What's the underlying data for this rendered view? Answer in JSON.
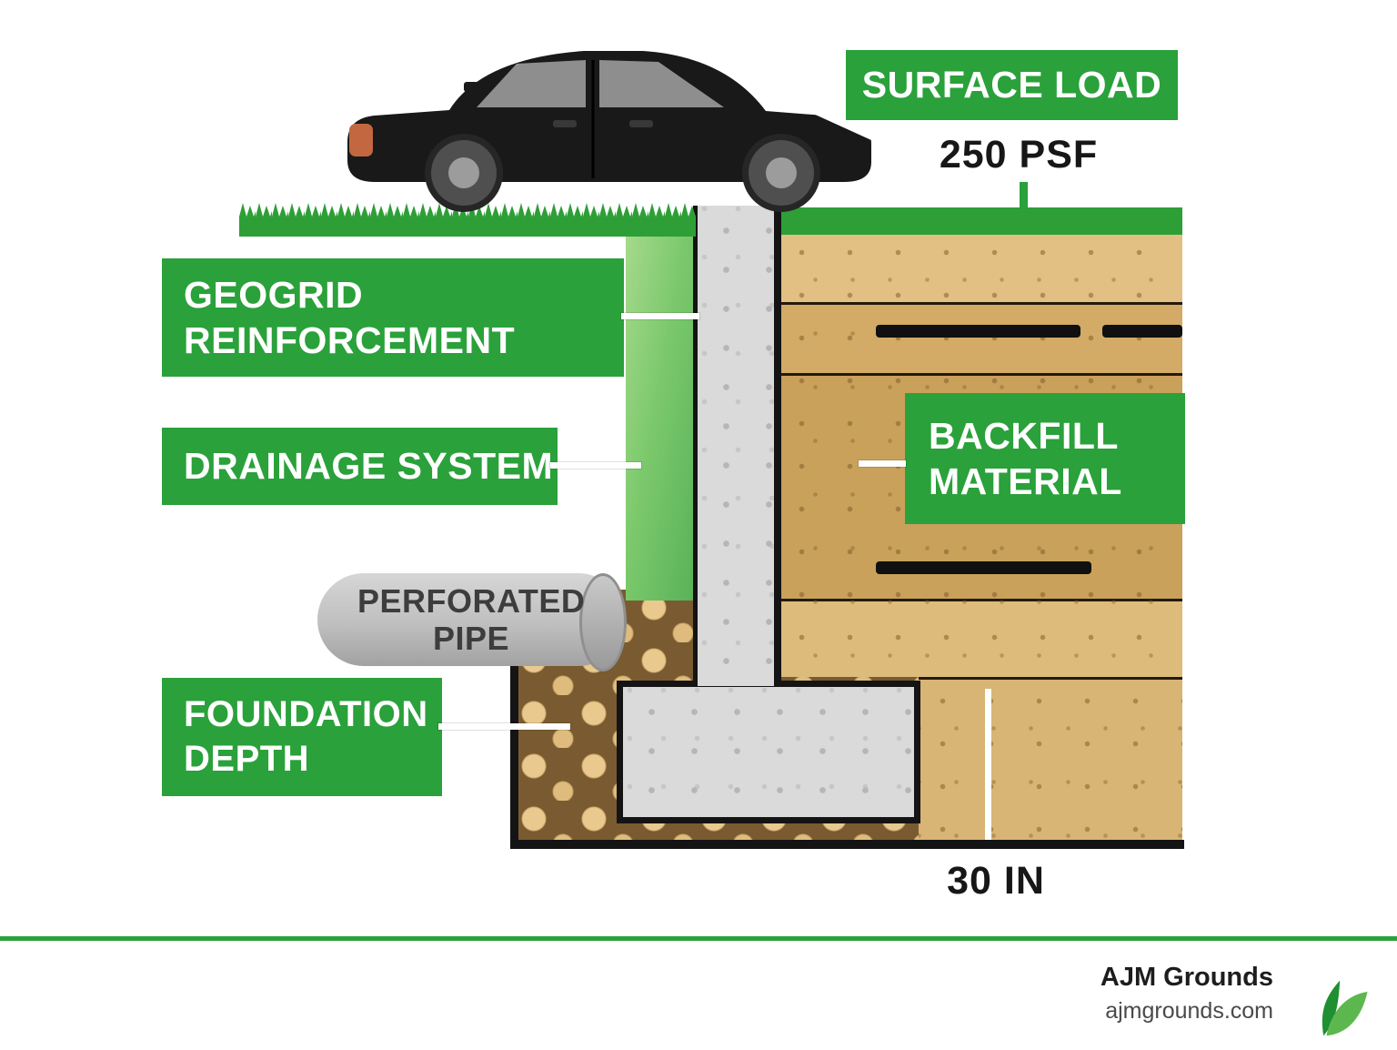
{
  "labels": {
    "surface_load": "SURFACE LOAD",
    "surface_load_value": "250 PSF",
    "geogrid": "GEOGRID REINFORCEMENT",
    "drainage": "DRAINAGE SYSTEM",
    "pipe": "PERFORATED PIPE",
    "foundation": "FOUNDATION DEPTH",
    "backfill": "BACKFILL MATERIAL",
    "depth": "30 IN"
  },
  "footer": {
    "brand": "AJM Grounds",
    "website": "ajmgrounds.com"
  },
  "colors": {
    "accent_green": "#2aa13a",
    "grass_green": "#2d9f36",
    "drain_gravel_green": "#7cc96c",
    "backfill_tan": "#c9a15a",
    "gravel_brown": "#7a5a31",
    "concrete_gray": "#dadada",
    "pipe_gray": "#bfbfbf",
    "outline_black": "#141414",
    "car_black": "#191919"
  }
}
